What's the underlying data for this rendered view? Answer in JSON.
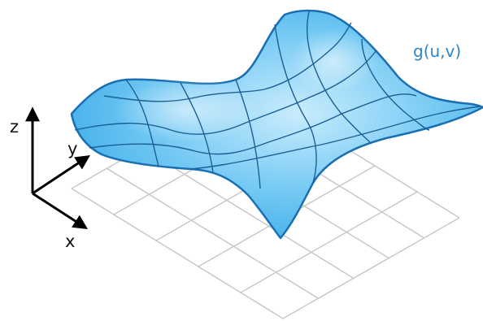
{
  "surface_label": "g(u,v)",
  "axes": {
    "z": "z",
    "y": "y",
    "x": "x"
  },
  "colors": {
    "surface_light": "#bfe6fb",
    "surface_mid": "#62c1f1",
    "surface_dark": "#2fa6e6",
    "surface_edge": "#1a6fb3",
    "surface_mesh": "#1c5f96",
    "label_blue": "#2e86c9",
    "grid": "#c8c8c8",
    "axis": "#000000"
  },
  "grid_size": 5
}
